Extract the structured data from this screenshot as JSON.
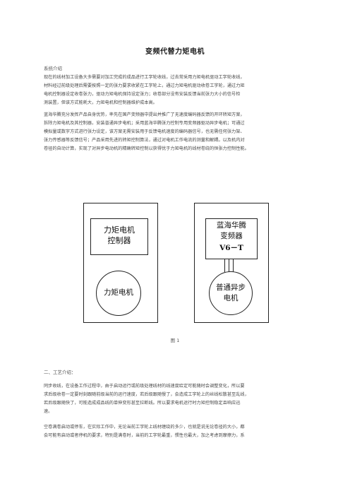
{
  "title": "变频代替力矩电机",
  "section1": {
    "heading": "系统介绍",
    "p1": [
      "现在的线材加工设备大多需要对加工完成的成品进行工字轮收线，过去常采用力矩电机驱动工字轮收线，",
      "材料经过前级处理后需要按照一定的张力要求收紧在工字轮上，通过力矩电机驱动收卷工字轮，通过力矩",
      "电机控制器设定收卷张力，驱动力矩电机保持设定张力；收卷部分没有安装反馈当前张力大小的信号检",
      "测装置，但该方式能耗大，力矩电机和控制器维护成本高。"
    ],
    "p2": [
      "蓝海华腾充分发挥产品自身优势，率先在国产变频器中提出并推广了无速度编码器反馈的开环转矩方案，",
      "拆除力矩电机及其控制器，安装普通异步电机；采用蓝海华腾张力控制专用变频器驱动异步电机；可通过",
      "模拟量或数字方式进行张力设定，该方案无需安装用于反馈电机速度的编码器信号，也无需任何张力架、",
      "张力传感器等反馈信号；产品采用先进的转矩控制算法，通过对电机工作电流的测量和解耦，以及机内对",
      "卷径的自动计算，实现了对异步电动机的精确转矩控制以获得优于力矩电机的线材卷绕的恒张力控制性能。"
    ]
  },
  "figure": {
    "left_top_box": "力矩电机\n控制器",
    "left_motor": "力矩电机",
    "right_top_box": [
      "蓝海华腾",
      "变频器",
      "V6－T"
    ],
    "right_motor": [
      "普通异步",
      "电机"
    ],
    "caption": "图 1"
  },
  "section2": {
    "heading": "二、工艺介绍：",
    "p1": [
      "同步收线，在设备工作过程中，由于启动运行或前级处理线材的线速度给定可能随时会调整变化，所以要",
      "求后级收卷一定要时刻跟随前级当前的运行速度，若后级跟随慢了，会造成工字轮上的丝线松散甚至乱线，",
      "若后级跟随快了，可能造成成品线的单伸变形甚至拉断线。所以要求电机运行时力矩控制稳定且响应迅",
      "速。"
    ],
    "p2": [
      "空卷满卷启动或停车，在实际工作中，无论当前工字轮上线材缠绕的多少，也就是说无论卷径的大小，都",
      "会可能有启动或者停机的要求，特别是满卷时，当前的工字轮最重，惯性也最大，加之考虑到摩擦力，系"
    ]
  },
  "colors": {
    "text": "#4a4a4a",
    "line": "#222222"
  }
}
